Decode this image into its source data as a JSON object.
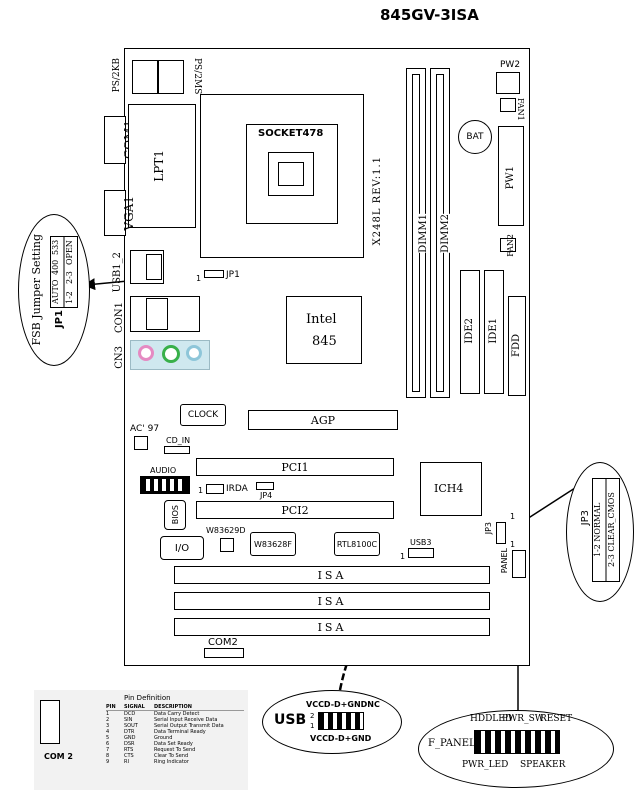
{
  "title": "845GV-3ISA",
  "board": {
    "ps2kb": "PS/2KB",
    "ps2ms": "PS/2MS",
    "com1": "COM1",
    "lpt1": "LPT1",
    "vga1": "VGA1",
    "usb1_2": "USB1_2",
    "con1": "CON1",
    "cn3": "CN3",
    "jp1": "JP1",
    "jp1_pin": "1",
    "socket": "SOCKET478",
    "rev": "X248L REV:1.1",
    "dimm1": "DIMM1",
    "dimm2": "DIMM2",
    "pw2": "PW2",
    "pw1": "PW1",
    "fan1": "FAN1",
    "fan2": "FAN2",
    "bat": "BAT",
    "intel_1": "Intel",
    "intel_2": "845",
    "ide2": "IDE2",
    "ide1": "IDE1",
    "fdd": "FDD",
    "clock": "CLOCK",
    "agp": "AGP",
    "ac97": "AC' 97",
    "cd_in": "CD_IN",
    "audio": "AUDIO",
    "pci1": "PCI1",
    "pci2": "PCI2",
    "irda": "IRDA",
    "irda_pin": "1",
    "jp4": "JP4",
    "ich4": "ICH4",
    "bios": "BIOS",
    "w83629d": "W83629D",
    "w83628f": "W83628F",
    "rtl": "RTL8100C",
    "io": "I/O",
    "usb3": "USB3",
    "usb3_pin": "1",
    "isa": [
      "ISA",
      "ISA",
      "ISA"
    ],
    "jp3": "JP3",
    "jp3_pin": "1",
    "panel": "PANEL",
    "panel_pin": "1",
    "com2": "COM2"
  },
  "jp1_callout": {
    "heading": "FSB Jumper Setting",
    "name": "JP1",
    "rows": [
      [
        "AUTO",
        "400",
        "533"
      ],
      [
        "1-2",
        "2-3",
        "OPEN"
      ]
    ]
  },
  "jp3_callout": {
    "name": "JP3",
    "rows": [
      "1-2 NORMAL",
      "2-3 CLEAR_CMOS"
    ]
  },
  "usb_callout": {
    "name": "USB",
    "top": "VCCD-D+GNDNC",
    "bottom": "VCCD-D+GND",
    "pin_top": "2",
    "pin_bottom": "1"
  },
  "panel_callout": {
    "hddled": "HDDLED",
    "pwr_sw": "PWR_SW",
    "reset": "RESET",
    "f_panel": "F_PANEL",
    "pwr_led": "PWR_LED",
    "speaker": "SPEAKER"
  },
  "com2_callout": {
    "heading": "Pin Definition",
    "label": "COM 2",
    "columns": [
      "PIN",
      "SIGNAL",
      "DESCRIPTION"
    ],
    "rows": [
      [
        "1",
        "DCD",
        "Data Carry Detect"
      ],
      [
        "2",
        "SIN",
        "Serial Input Receive Data"
      ],
      [
        "3",
        "SOUT",
        "Serial Output Transmit Data"
      ],
      [
        "4",
        "DTR",
        "Data Terminal Ready"
      ],
      [
        "5",
        "GND",
        "Ground"
      ],
      [
        "6",
        "DSR",
        "Data Set Ready"
      ],
      [
        "7",
        "RTS",
        "Request To Send"
      ],
      [
        "8",
        "CTS",
        "Clear To Send"
      ],
      [
        "9",
        "RI",
        "Ring Indicator"
      ]
    ]
  }
}
